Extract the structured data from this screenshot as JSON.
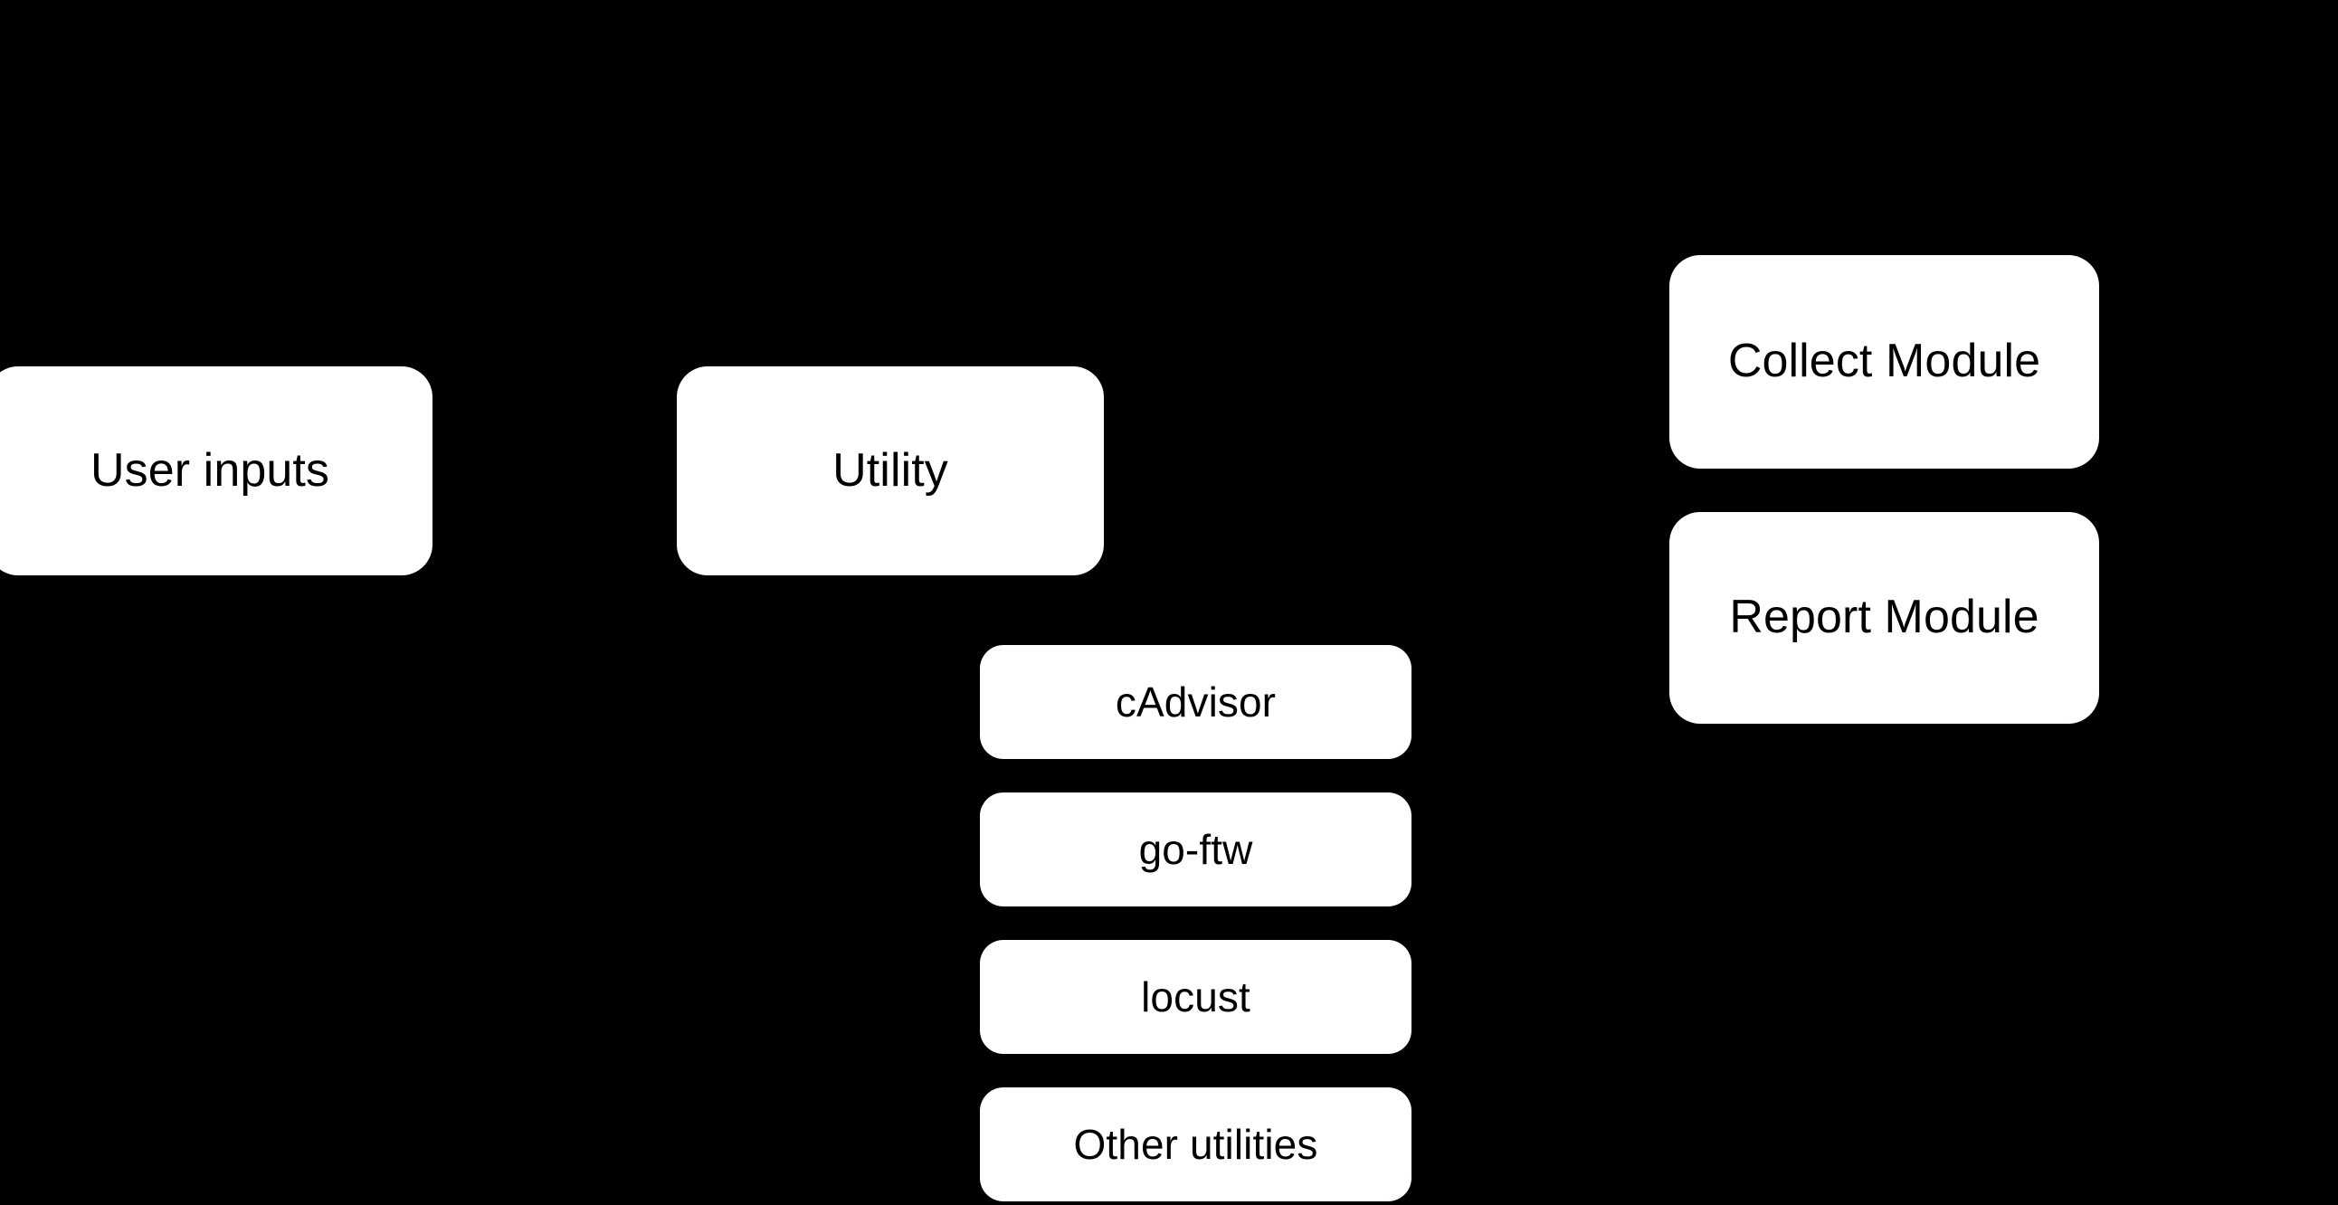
{
  "diagram": {
    "background_color": "#000000",
    "node_fill_color": "#ffffff",
    "node_text_color": "#000000",
    "nodes": {
      "user_inputs": {
        "label": "User inputs"
      },
      "utility": {
        "label": "Utility"
      },
      "collect_module": {
        "label": "Collect Module"
      },
      "report_module": {
        "label": "Report Module"
      },
      "cadvisor": {
        "label": "cAdvisor"
      },
      "go_ftw": {
        "label": "go-ftw"
      },
      "locust": {
        "label": "locust"
      },
      "other_utilities": {
        "label": "Other utilities"
      }
    }
  }
}
